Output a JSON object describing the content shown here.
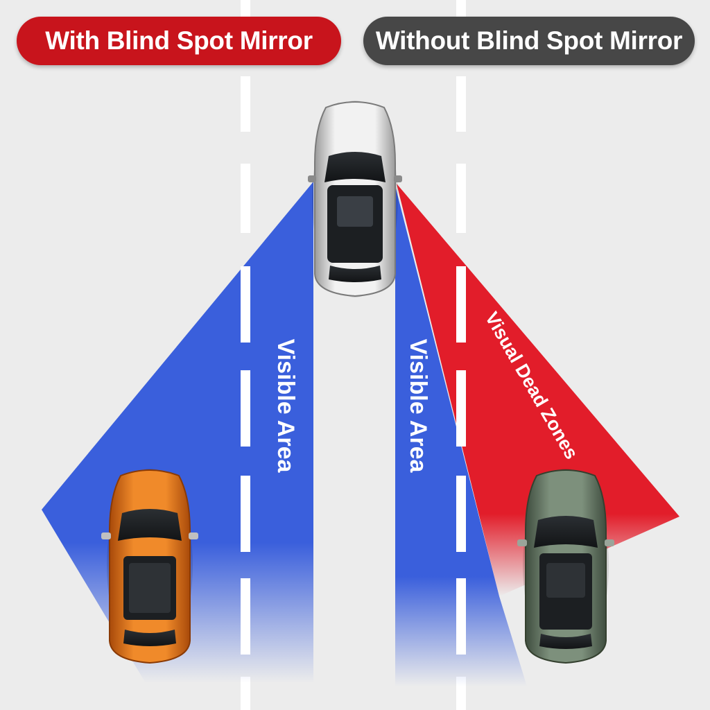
{
  "header": {
    "with_label": "With Blind Spot Mirror",
    "without_label": "Without Blind Spot Mirror"
  },
  "zones": {
    "visible_left": "Visible Area",
    "visible_right": "Visible Area",
    "dead_zone": "Visual Dead Zones"
  },
  "colors": {
    "road": "#ececec",
    "lane_marking": "#ffffff",
    "visible_zone": "#3a5fdc",
    "dead_zone": "#e21d2a",
    "pill_with": "#c8141c",
    "pill_without": "#474747",
    "car_main": "#d9d9d9",
    "car_left": "#e8761c",
    "car_right": "#6b7f6b"
  },
  "cars": [
    {
      "id": "main",
      "description_icon": "silver-suv-icon"
    },
    {
      "id": "left",
      "description_icon": "orange-suv-icon"
    },
    {
      "id": "right",
      "description_icon": "green-suv-icon"
    }
  ]
}
